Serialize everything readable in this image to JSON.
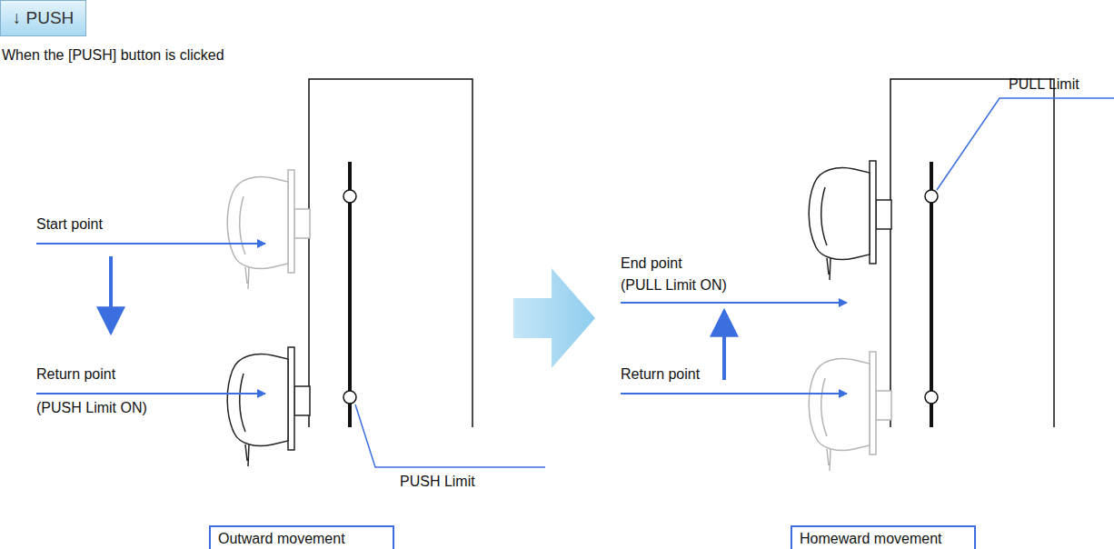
{
  "diagram": {
    "nodes": [
      {
        "text": [
          "↓ PUSH"
        ]
      },
      {
        "text": [
          "Outward movement"
        ]
      },
      {
        "text": [
          "Homeward movement"
        ]
      }
    ],
    "labels": [
      "When the [PUSH] button is clicked",
      "Start point",
      "Return point",
      "(PUSH Limit ON)",
      "PUSH Limit",
      "PULL Limit",
      "End point",
      "(PULL Limit ON)",
      "Return point"
    ]
  }
}
